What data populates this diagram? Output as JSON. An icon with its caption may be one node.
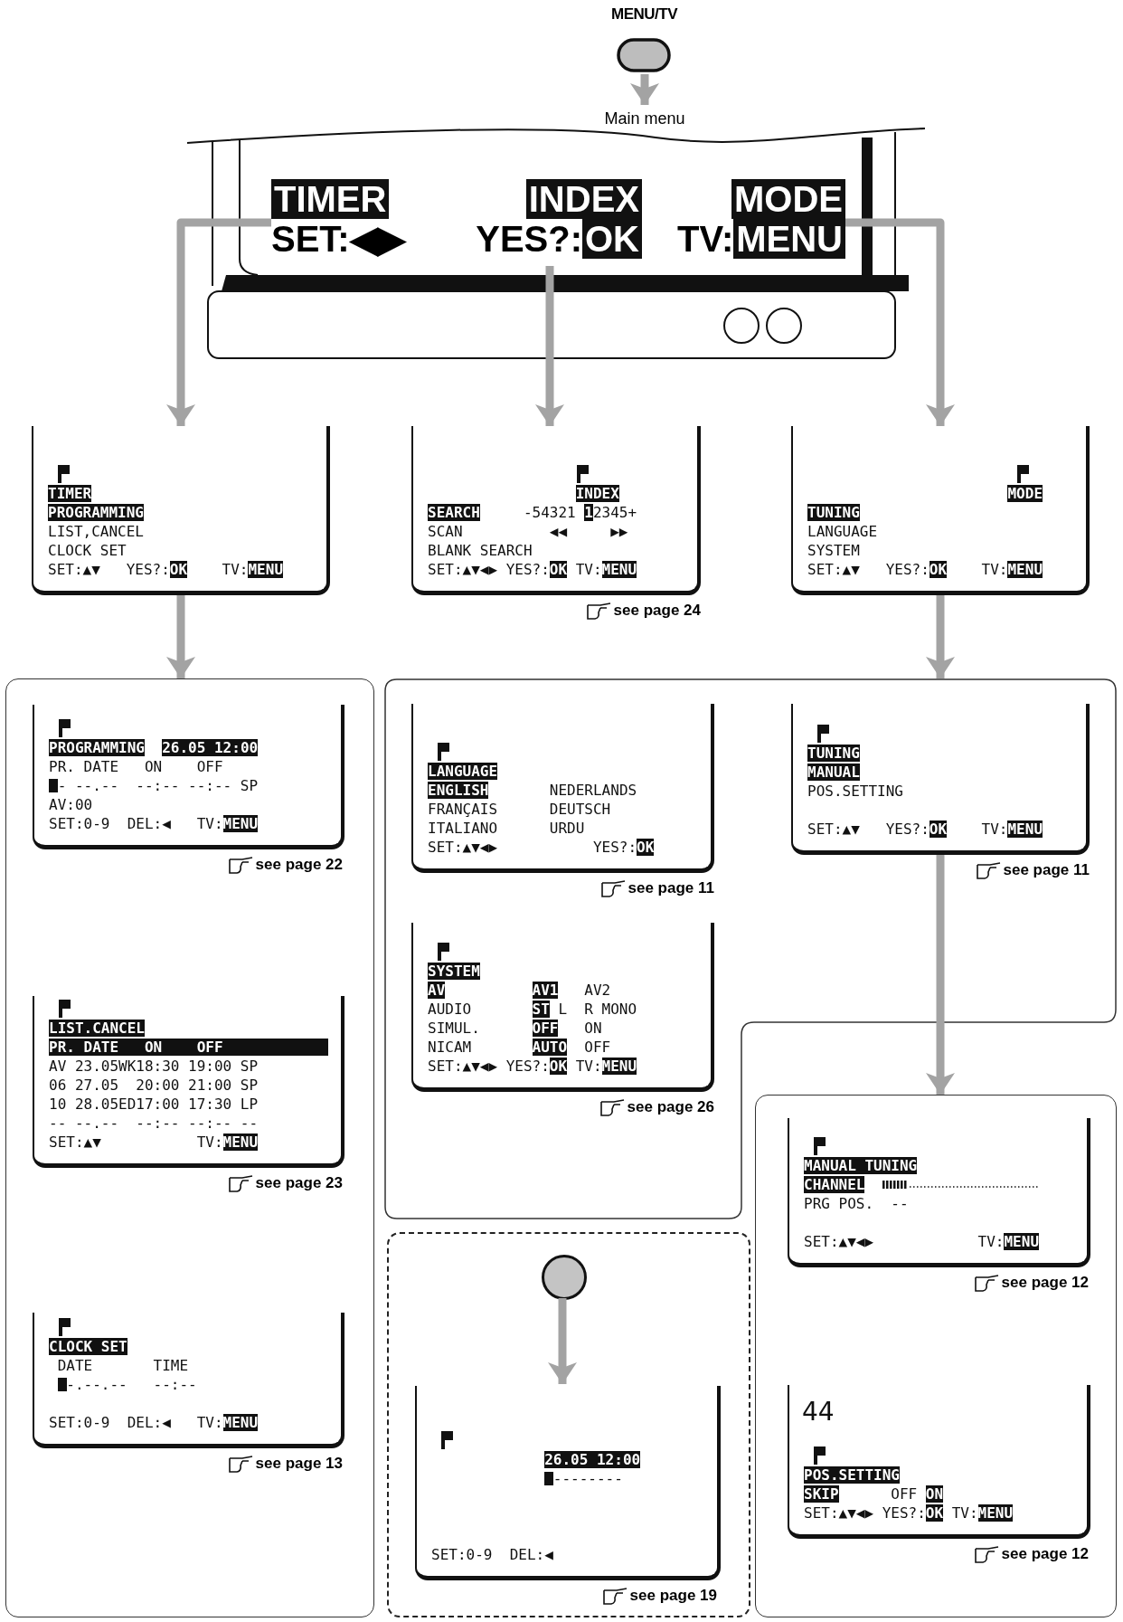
{
  "diagram": {
    "nodes": [
      {
        "text": [
          "MENU/TV"
        ]
      },
      {
        "text": [],
        "shape": "box"
      },
      {
        "text": [
          "TIMER",
          "SET:◀▶"
        ],
        "in": 1
      },
      {
        "text": [
          "INDEX",
          "YES?:",
          "OK"
        ],
        "in": 1
      },
      {
        "text": [
          "MODE",
          "TV:",
          "MENU"
        ],
        "in": 1
      },
      {
        "text": [
          "TIMER",
          "PROGRAMMING",
          "LIST,CANCEL",
          "CLOCK SET",
          "SET:▲▼",
          "YES?:",
          "OK",
          "TV:",
          "MENU"
        ]
      },
      {
        "text": [
          "INDEX",
          "SEARCH",
          "-54321",
          "1",
          "2345+",
          "SCAN",
          "◀◀",
          "▶▶",
          "BLANK SEARCH",
          "SET:▲▼◀▶",
          "YES?:",
          "OK",
          "TV:",
          "MENU"
        ],
        "beside": [
          "see page 24"
        ]
      },
      {
        "text": [
          "MODE",
          "TUNING",
          "LANGUAGE",
          "SYSTEM",
          "SET:▲▼",
          "YES?:",
          "OK",
          "TV:",
          "MENU"
        ]
      },
      {
        "text": [],
        "shape": "box"
      },
      {
        "text": [
          "PROGRAMMING",
          "26.05 12:00",
          "PR.",
          "DATE",
          "ON",
          "OFF",
          "-",
          "--.--",
          "--:--",
          "--:--",
          "SP",
          "AV:00",
          "SET:0-9",
          "DEL:◀",
          "TV:",
          "MENU"
        ],
        "in": 8,
        "beside": [
          "see page 22"
        ]
      },
      {
        "text": [
          "LIST.CANCEL",
          "PR.",
          "DATE",
          "ON",
          "OFF",
          "AV",
          "23.05WK",
          "18:30",
          "19:00",
          "SP",
          "06",
          "27.05",
          "20:00",
          "21:00",
          "SP",
          "10",
          "28.05ED",
          "17:00",
          "17:30",
          "LP",
          "--",
          "--.--",
          "--:--",
          "--:--",
          "--",
          "SET:▲▼",
          "TV:",
          "MENU"
        ],
        "in": 8,
        "beside": [
          "see page 23"
        ]
      },
      {
        "text": [
          "CLOCK SET",
          "DATE",
          "TIME",
          "-.--.--",
          "--:--",
          "SET:0-9",
          "DEL:◀",
          "TV:",
          "MENU"
        ],
        "in": 8,
        "beside": [
          "see page 13"
        ]
      },
      {
        "text": [],
        "shape": "box"
      },
      {
        "text": [
          "LANGUAGE",
          "ENGLISH",
          "NEDERLANDS",
          "FRANÇAIS",
          "DEUTSCH",
          "ITALIANO",
          "URDU",
          "SET:▲▼◀▶",
          "YES?:",
          "OK"
        ],
        "in": 12,
        "beside": [
          "see page 11"
        ]
      },
      {
        "text": [
          "SYSTEM",
          "AV",
          "AV1",
          "AV2",
          "AUDIO",
          "ST",
          "L",
          "R",
          "MONO",
          "SIMUL.",
          "OFF",
          "ON",
          "NICAM",
          "AUTO",
          "OFF",
          "SET:▲▼◀▶",
          "YES?:",
          "OK",
          "TV:",
          "MENU"
        ],
        "in": 12,
        "beside": [
          "see page 26"
        ]
      },
      {
        "text": [
          "TUNING",
          "MANUAL",
          "POS.SETTING",
          "SET:▲▼",
          "YES?:",
          "OK",
          "TV:",
          "MENU"
        ],
        "in": 12,
        "beside": [
          "see page 11"
        ]
      },
      {
        "text": [],
        "shape": "box"
      },
      {
        "text": [
          "MANUAL TUNING",
          "CHANNEL",
          "PRG POS.",
          "--",
          "SET:▲▼◀▶",
          "TV:",
          "MENU"
        ],
        "in": 16,
        "beside": [
          "see page 12"
        ]
      },
      {
        "text": [
          "44",
          "POS.SETTING",
          "SKIP",
          "OFF",
          "ON",
          "SET:▲▼◀▶",
          "YES?:",
          "OK",
          "TV:",
          "MENU"
        ],
        "in": 16,
        "beside": [
          "see page 12"
        ]
      },
      {
        "text": [],
        "shape": "box"
      },
      {
        "text": [],
        "shape": "circle",
        "in": 19
      },
      {
        "text": [
          "26.05 12:00",
          "--------",
          "SET:0-9",
          "DEL:◀"
        ],
        "in": 19,
        "beside": [
          "see page 19"
        ]
      }
    ],
    "edges": [
      {
        "from": 0,
        "to": 1,
        "arrow": "to",
        "label": "Main menu"
      },
      {
        "from": 2,
        "to": 5,
        "arrow": "to"
      },
      {
        "from": 3,
        "to": 6,
        "arrow": "to"
      },
      {
        "from": 4,
        "to": 7,
        "arrow": "to"
      },
      {
        "from": 5,
        "to": 8,
        "arrow": "to"
      },
      {
        "from": 7,
        "to": 12,
        "arrow": "to"
      },
      {
        "from": 15,
        "to": 16,
        "arrow": "to"
      },
      {
        "from": 20,
        "to": 21,
        "arrow": "to"
      }
    ]
  }
}
